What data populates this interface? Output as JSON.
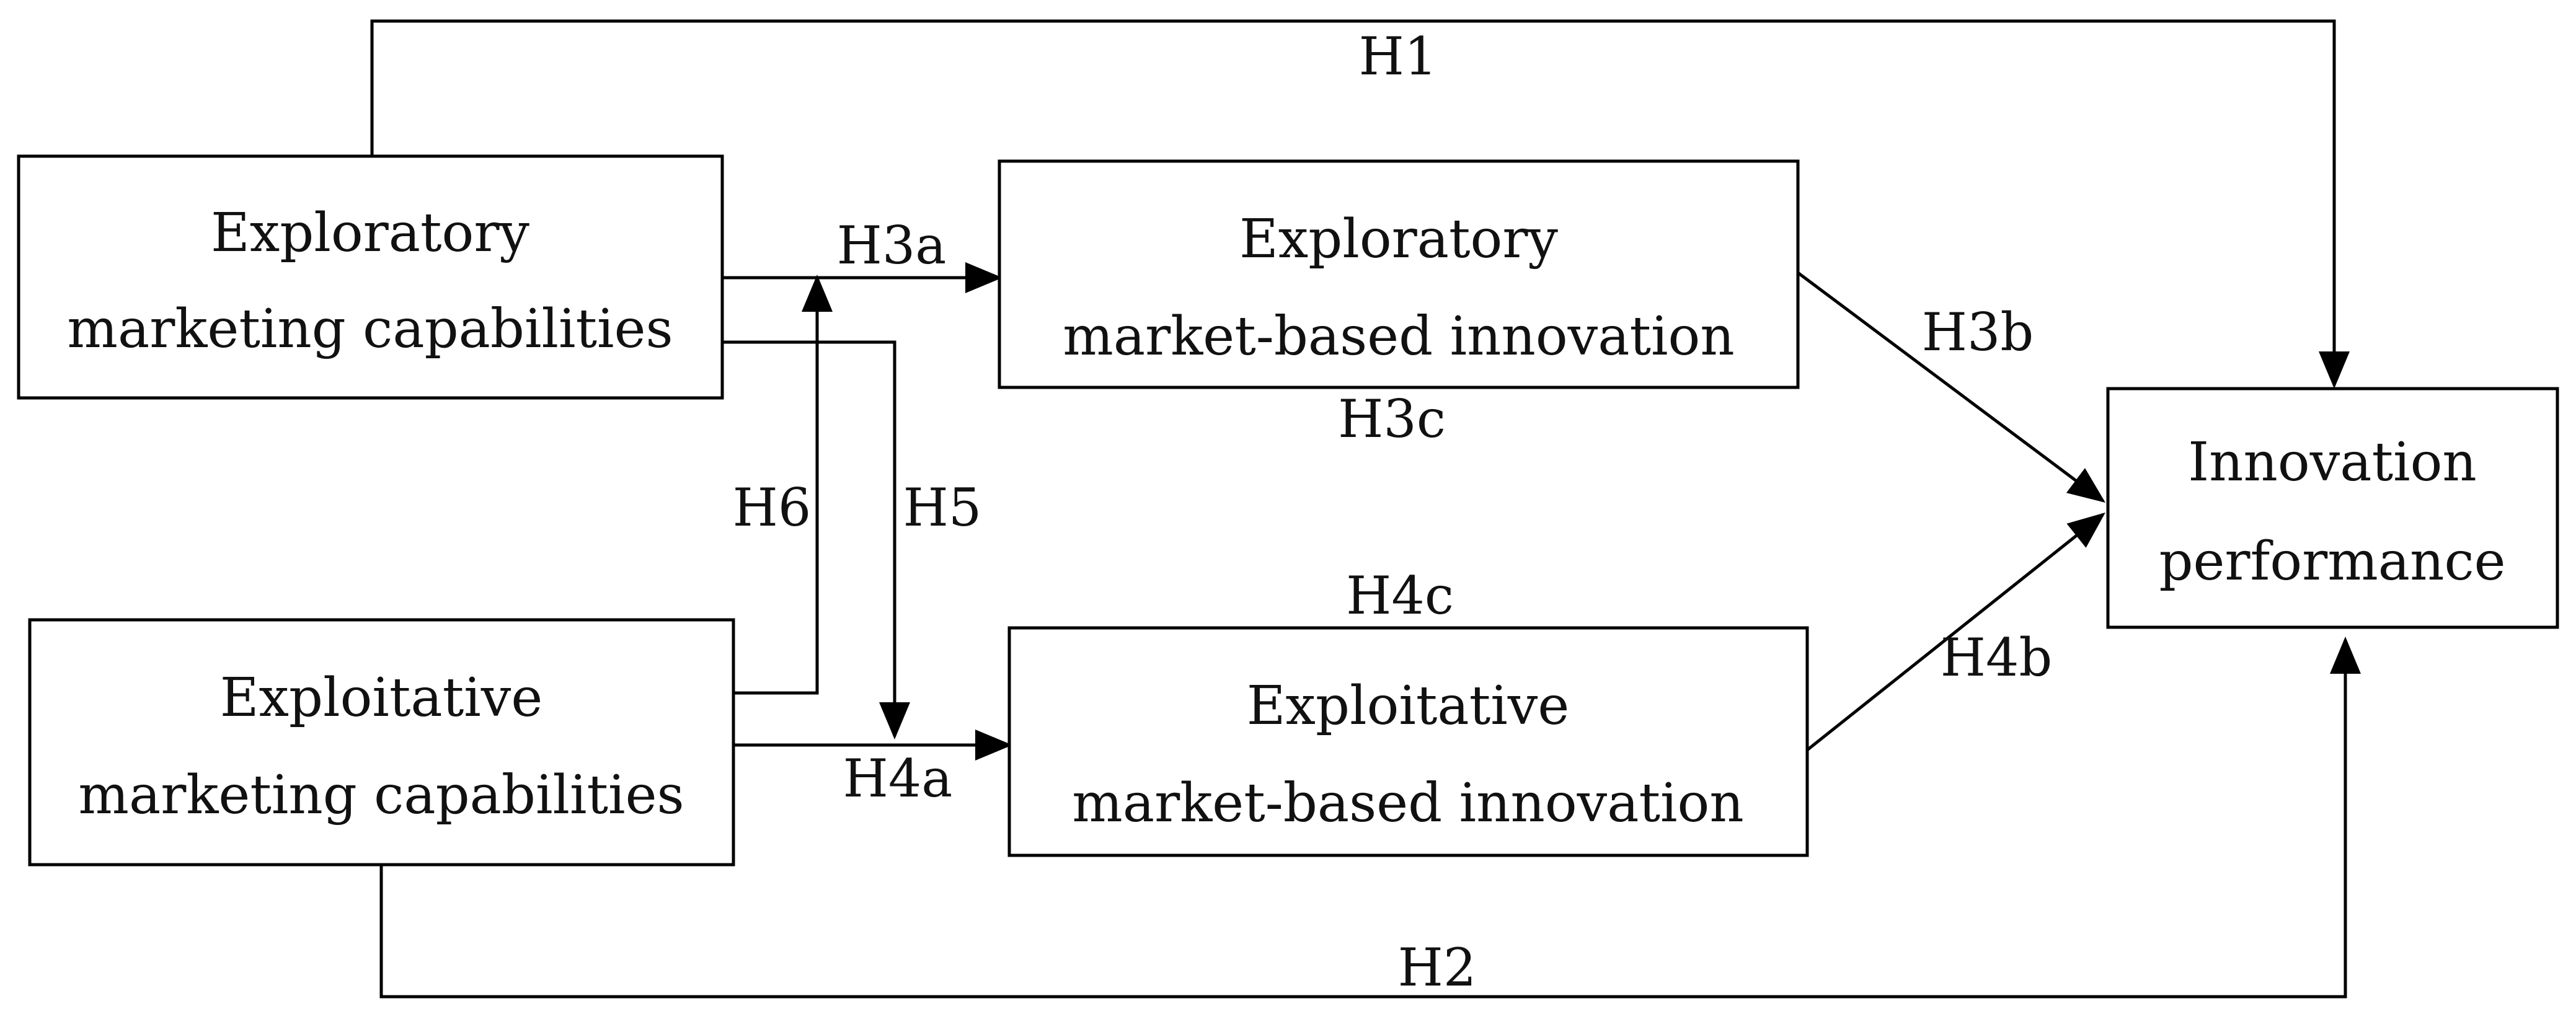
{
  "nodes": {
    "explor_cap": {
      "line1": "Exploratory",
      "line2": "marketing capabilities"
    },
    "exploit_cap": {
      "line1": "Exploitative",
      "line2": "marketing capabilities"
    },
    "explor_inno": {
      "line1": "Exploratory",
      "line2": "market-based innovation"
    },
    "exploit_inno": {
      "line1": "Exploitative",
      "line2": "market-based innovation"
    },
    "performance": {
      "line1": "Innovation",
      "line2": "performance"
    }
  },
  "hypotheses": {
    "h1": "H1",
    "h2": "H2",
    "h3a": "H3a",
    "h3b": "H3b",
    "h3c": "H3c",
    "h4a": "H4a",
    "h4b": "H4b",
    "h4c": "H4c",
    "h5": "H5",
    "h6": "H6"
  },
  "colors": {
    "stroke": "#000000",
    "text": "#111111",
    "background": "#ffffff"
  }
}
